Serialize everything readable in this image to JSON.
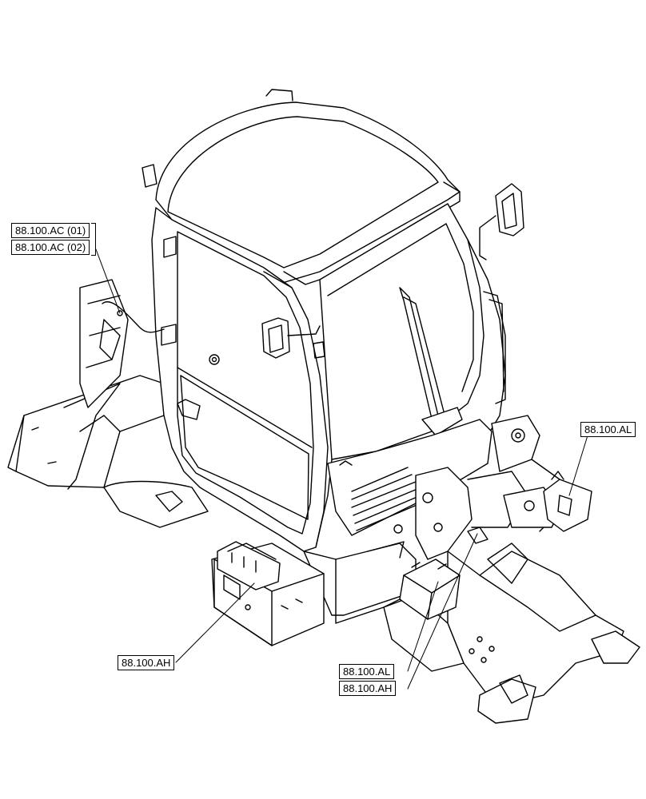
{
  "callouts": {
    "ac01": "88.100.AC (01)",
    "ac02": "88.100.AC (02)",
    "al_top": "88.100.AL",
    "ah_left": "88.100.AH",
    "al_bottom": "88.100.AL",
    "ah_bottom": "88.100.AH"
  },
  "colors": {
    "line": "#000000",
    "background": "#ffffff"
  }
}
